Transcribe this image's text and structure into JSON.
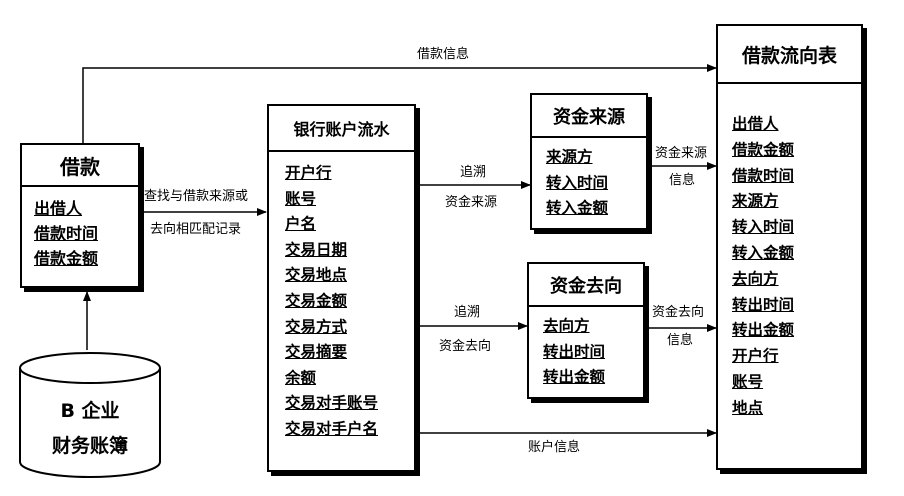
{
  "loan": {
    "title": "借款",
    "fields": [
      "出借人",
      "借款时间",
      "借款金额"
    ]
  },
  "database": {
    "line1": "B 企业",
    "line2": "财务账簿"
  },
  "bank": {
    "title": "银行账户流水",
    "fields": [
      "开户行",
      "账号",
      "户名",
      "交易日期",
      "交易地点",
      "交易金额",
      "交易方式",
      "交易摘要",
      "余额",
      "交易对手账号",
      "交易对手户名"
    ]
  },
  "source": {
    "title": "资金来源",
    "fields": [
      "来源方",
      "转入时间",
      "转入金额"
    ]
  },
  "dest": {
    "title": "资金去向",
    "fields": [
      "去向方",
      "转出时间",
      "转出金额"
    ]
  },
  "flow": {
    "title": "借款流向表",
    "fields": [
      "出借人",
      "借款金额",
      "借款时间",
      "来源方",
      "转入时间",
      "转入金额",
      "去向方",
      "转出时间",
      "转出金额",
      "开户行",
      "账号",
      "地点"
    ]
  },
  "labels": {
    "loan_info": "借款信息",
    "match_line1": "查找与借款来源或",
    "match_line2": "去向相匹配记录",
    "trace_source_1": "追溯",
    "trace_source_2": "资金来源",
    "trace_dest_1": "追溯",
    "trace_dest_2": "资金去向",
    "source_info_1": "资金来源",
    "source_info_2": "信息",
    "dest_info_1": "资金去向",
    "dest_info_2": "信息",
    "account_info": "账户信息"
  }
}
